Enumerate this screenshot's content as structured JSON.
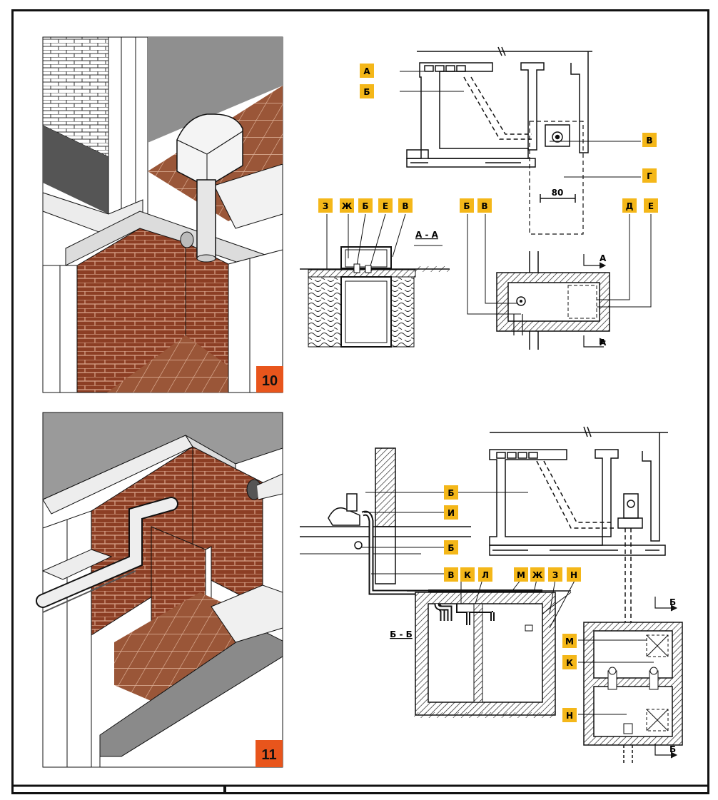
{
  "figures": [
    {
      "id": "fig10",
      "number": "10"
    },
    {
      "id": "fig11",
      "number": "11"
    }
  ],
  "fig10_labels": {
    "A": "А",
    "B": "Б",
    "V": "В",
    "G": "Г",
    "Z": "З",
    "Zh": "Ж",
    "B2": "Б",
    "E": "Е",
    "V2": "В",
    "B3": "Б",
    "V3": "В",
    "D": "Д",
    "E2": "Е"
  },
  "fig10_section": "А - А",
  "fig10_cut_a": "А",
  "fig10_dimension": "80",
  "fig11_labels": {
    "B": "Б",
    "I": "И",
    "B2": "Б",
    "V": "В",
    "K": "К",
    "L": "Л",
    "M": "М",
    "Zh": "Ж",
    "Z": "З",
    "N": "Н",
    "M2": "М",
    "K2": "К",
    "N2": "Н"
  },
  "fig11_section": "Б - Б",
  "fig11_cut_b": "Б",
  "colors": {
    "brick": "#8c3e24",
    "brick_mortar": "#d9a48c",
    "tile": "#9a5638",
    "label_bg": "#f4b719",
    "figure_badge": "#e8551c",
    "line": "#111111"
  }
}
